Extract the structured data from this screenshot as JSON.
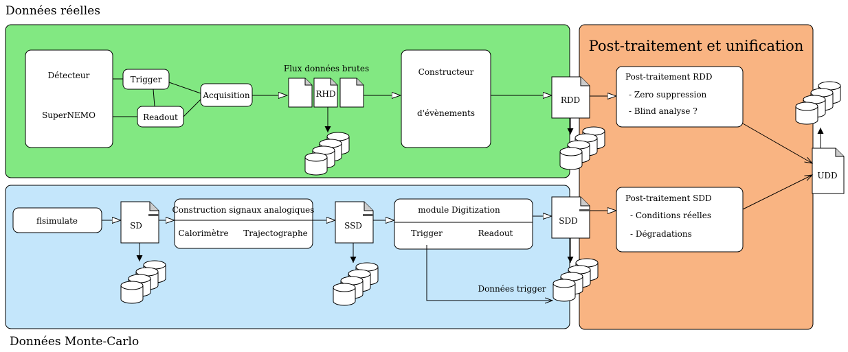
{
  "regions": {
    "real_title": "Données réelles",
    "mc_title": "Données Monte-Carlo",
    "post_title": "Post-traitement et unification"
  },
  "colors": {
    "real_bg": "#82e882",
    "mc_bg": "#c4e6fb",
    "post_bg": "#f9b482",
    "box_fill": "#ffffff",
    "stroke": "#000000"
  },
  "nodes": {
    "detecteur_line1": "Détecteur",
    "detecteur_line2": "SuperNEMO",
    "trigger": "Trigger",
    "readout": "Readout",
    "acquisition": "Acquisition",
    "flux_label": "Flux données brutes",
    "rhd": "RHD",
    "constructeur_line1": "Constructeur",
    "constructeur_line2": "d'évènements",
    "rdd": "RDD",
    "post_rdd_title": "Post-traitement RDD",
    "post_rdd_item1": "- Zero suppression",
    "post_rdd_item2": "- Blind analyse ?",
    "udd": "UDD",
    "flsimulate": "flsimulate",
    "sd": "SD",
    "construction_title": "Construction signaux analogiques",
    "calorimetre": "Calorimètre",
    "trajectographe": "Trajectographe",
    "ssd": "SSD",
    "digitization_title": "module Digitization",
    "digit_trigger": "Trigger",
    "digit_readout": "Readout",
    "sdd": "SDD",
    "post_sdd_title": "Post-traitement SDD",
    "post_sdd_item1": "- Conditions réelles",
    "post_sdd_item2": "- Dégradations",
    "donnees_trigger": "Données trigger"
  }
}
